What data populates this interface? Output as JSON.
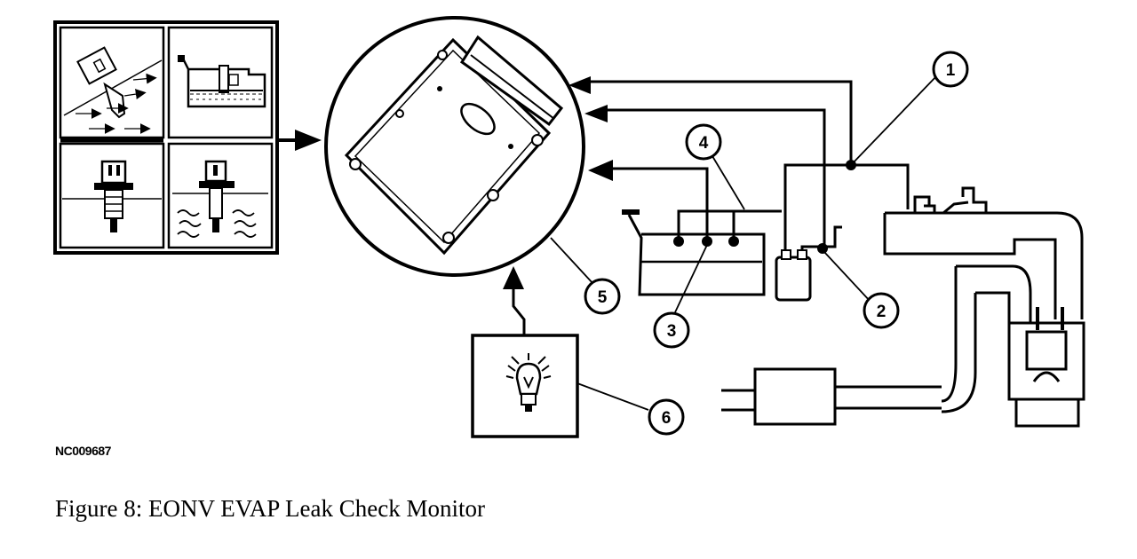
{
  "figure": {
    "code": "NC009687",
    "caption": "Figure 8: EONV EVAP Leak Check Monitor"
  },
  "callouts": [
    "1",
    "2",
    "3",
    "4",
    "5",
    "6"
  ],
  "colors": {
    "ink": "#000000",
    "paper": "#ffffff"
  },
  "icons": [
    "throttle-position-sensor-icon",
    "fuel-tank-level-sensor-icon",
    "pressure-switch-icon",
    "immersion-sensor-icon",
    "pcm-module-icon",
    "warning-lamp-icon",
    "charcoal-canister-icon",
    "fuel-tank-icon",
    "engine-intake-icon",
    "muffler-icon"
  ]
}
